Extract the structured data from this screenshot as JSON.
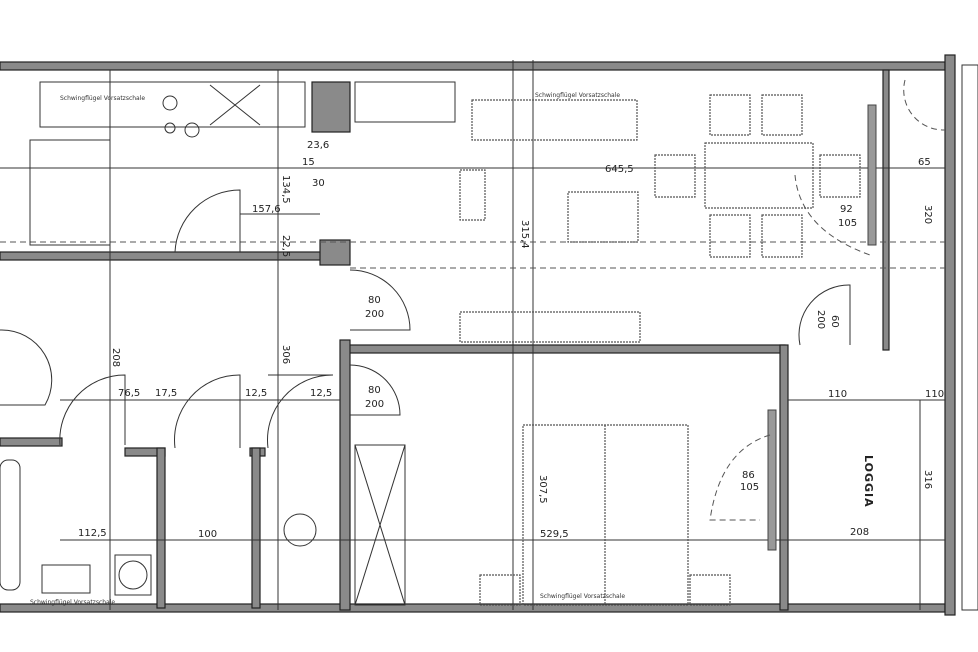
{
  "plan": {
    "window_note": "Schwingflügel Vorsatzschale",
    "rooms": {
      "loggia": "LOGGIA"
    },
    "dimensions": {
      "living_width": "645,5",
      "living_height": "315,4",
      "bedroom_width": "529,5",
      "bedroom_height": "307,5",
      "kitchen_width": "157,6",
      "kitchen_depth": "134,5",
      "wall_22": "22,5",
      "shaft_23": "23,6",
      "shaft_15": "15",
      "shaft_30": "30",
      "bath_width": "112,5",
      "wc_width": "100",
      "hall_76": "76,5",
      "hall_17": "17,5",
      "hall_12": "12,5",
      "loggia_110a": "110",
      "loggia_110b": "110",
      "loggia_width": "208",
      "loggia_height": "316",
      "right_65": "65",
      "right_320": "320",
      "door_92": "92",
      "door_105a": "105",
      "door_86": "86",
      "door_105b": "105",
      "door_60": "60",
      "door_200": "200",
      "door_80": "80",
      "door_200b": "200",
      "door_80b": "80",
      "door_200c": "200",
      "hall_208": "208",
      "hall_306": "306"
    }
  }
}
